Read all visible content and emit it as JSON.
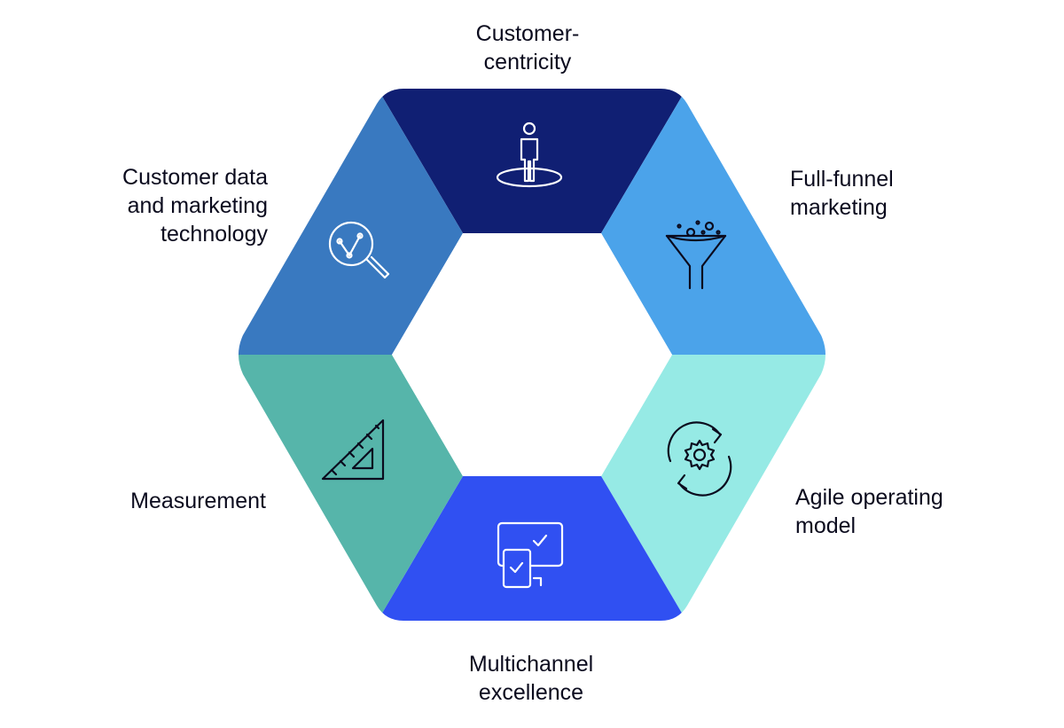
{
  "segments": [
    {
      "key": "customer-centricity",
      "label_lines": [
        "Customer-",
        "centricity"
      ],
      "color": "#101f73",
      "icon": "person-on-platform-icon"
    },
    {
      "key": "full-funnel",
      "label_lines": [
        "Full-funnel",
        "marketing"
      ],
      "color": "#4ba3ea",
      "icon": "funnel-icon"
    },
    {
      "key": "agile",
      "label_lines": [
        "Agile operating",
        "model"
      ],
      "color": "#96eae5",
      "icon": "gear-cycle-icon"
    },
    {
      "key": "multichannel",
      "label_lines": [
        "Multichannel",
        "excellence"
      ],
      "color": "#3050f2",
      "icon": "devices-check-icon"
    },
    {
      "key": "measurement",
      "label_lines": [
        "Measurement"
      ],
      "color": "#56b5aa",
      "icon": "set-square-ruler-icon"
    },
    {
      "key": "customer-data",
      "label_lines": [
        "Customer data",
        "and marketing",
        "technology"
      ],
      "color": "#3979c0",
      "icon": "magnifier-chart-icon"
    }
  ],
  "icon_stroke_colors": {
    "light": "#ffffff",
    "dark": "#0b0b1e"
  }
}
